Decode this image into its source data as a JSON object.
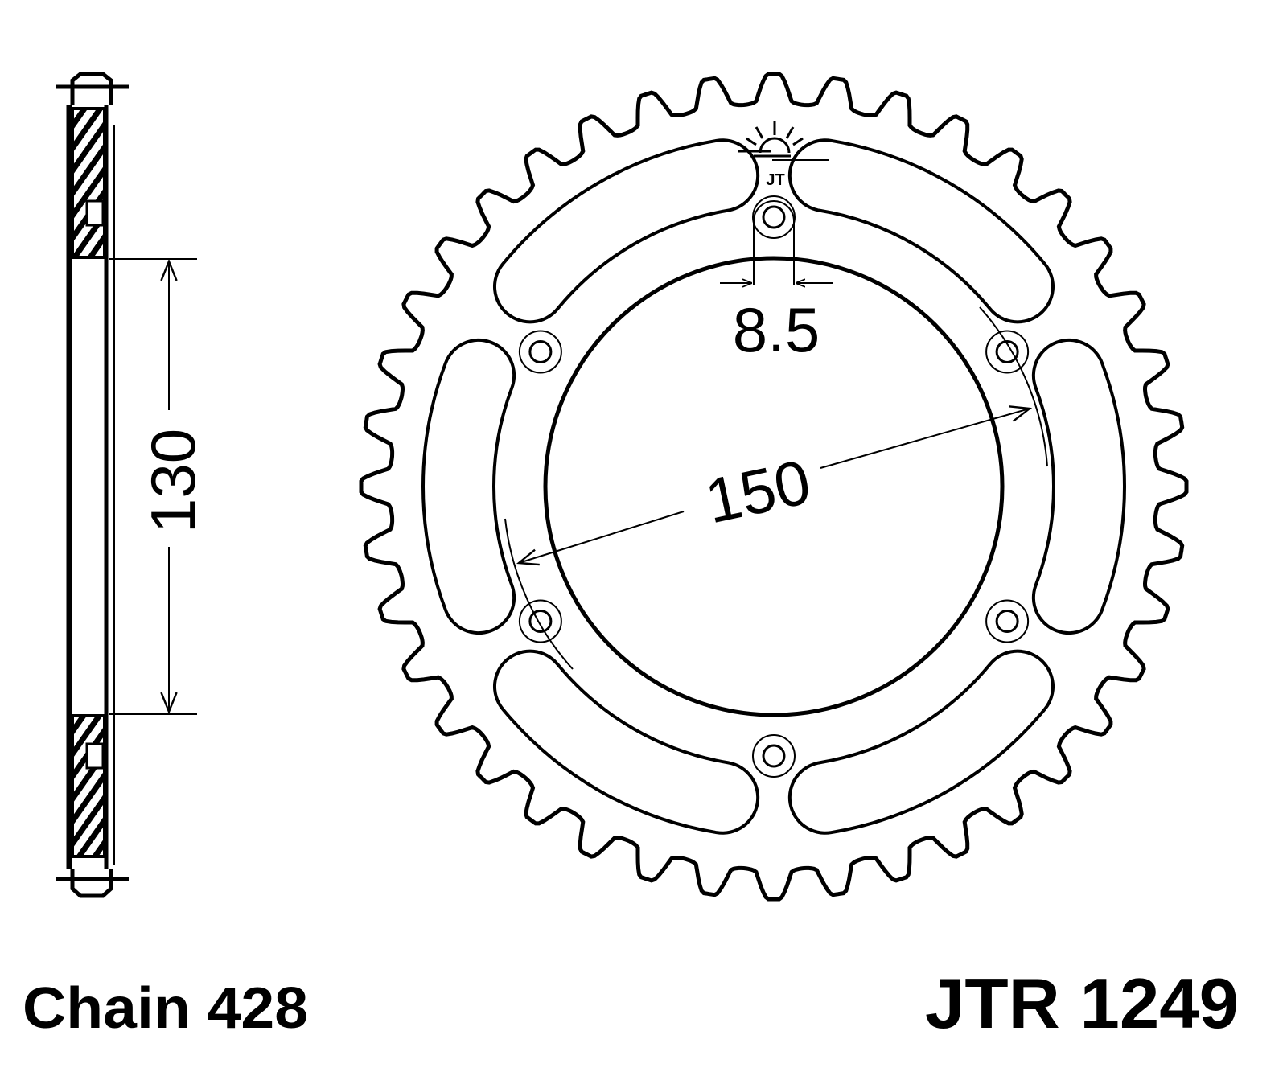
{
  "labels": {
    "chain": "Chain 428",
    "part_number": "JTR 1249",
    "bolt_hole_diameter": "8.5",
    "pcd": "150",
    "center_bore": "130",
    "logo_text": "JT"
  },
  "sprocket": {
    "teeth": 40,
    "bolt_holes": 6,
    "lightening_slots": 6
  },
  "colors": {
    "line": "#000000",
    "background": "#ffffff"
  }
}
